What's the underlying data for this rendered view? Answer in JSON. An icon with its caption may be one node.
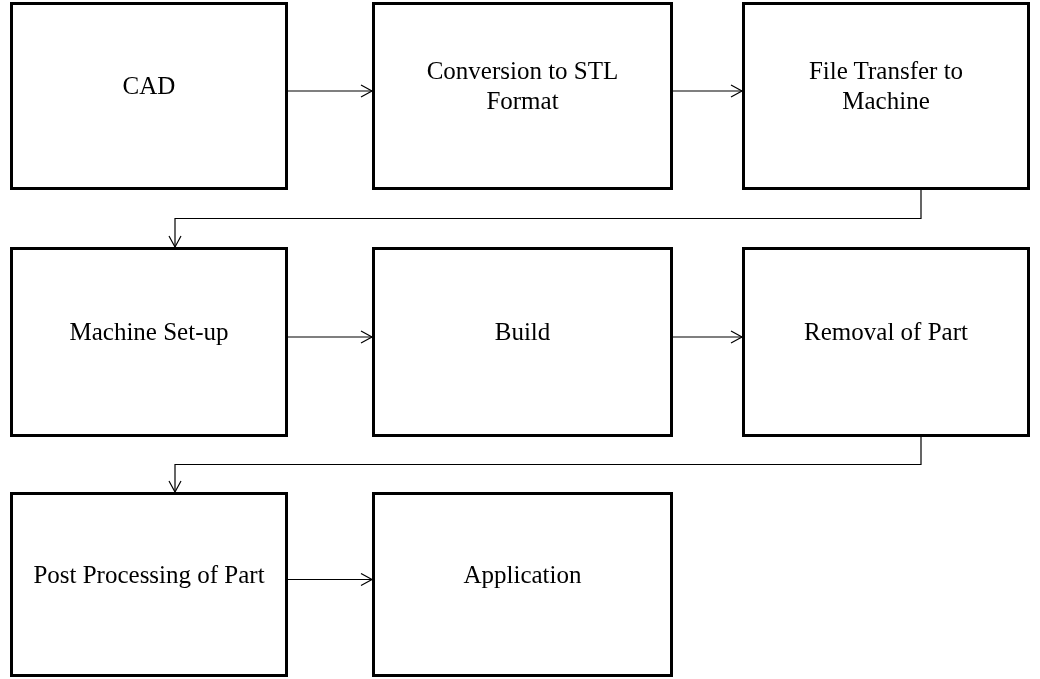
{
  "diagram": {
    "nodes": [
      {
        "text": [
          "CAD"
        ]
      },
      {
        "text": [
          "Conversion to STL Format"
        ]
      },
      {
        "text": [
          "File Transfer to Machine"
        ]
      },
      {
        "text": [
          "Machine Set-up"
        ]
      },
      {
        "text": [
          "Build"
        ]
      },
      {
        "text": [
          "Removal of Part"
        ]
      },
      {
        "text": [
          "Post Processing of Part"
        ]
      },
      {
        "text": [
          "Application"
        ]
      }
    ],
    "edges": [
      {
        "from": 0,
        "to": 1,
        "arrow": "to"
      },
      {
        "from": 1,
        "to": 2,
        "arrow": "to"
      },
      {
        "from": 2,
        "to": 3,
        "arrow": "to"
      },
      {
        "from": 3,
        "to": 4,
        "arrow": "to"
      },
      {
        "from": 4,
        "to": 5,
        "arrow": "to"
      },
      {
        "from": 5,
        "to": 6,
        "arrow": "to"
      },
      {
        "from": 6,
        "to": 7,
        "arrow": "to"
      }
    ]
  }
}
